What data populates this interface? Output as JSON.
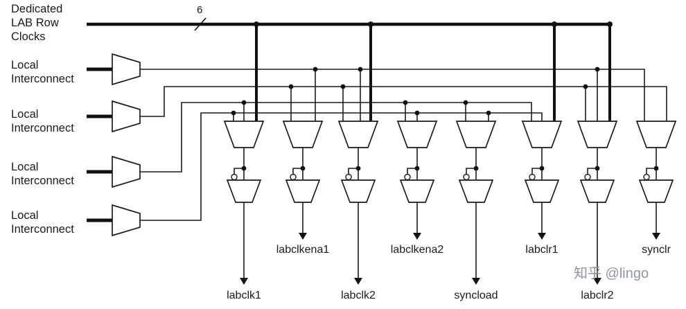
{
  "labels": {
    "dedicated_clocks": "Dedicated\nLAB Row\nClocks",
    "bus_width": "6",
    "local_interconnect": "Local\nInterconnect"
  },
  "outputs": [
    "labclk1",
    "labclkena1",
    "labclk2",
    "labclkena2",
    "syncload",
    "labclr1",
    "labclr2",
    "synclr"
  ],
  "watermark": "知乎 @lingo",
  "colors": {
    "line": "#1a1a1a",
    "watermark": "#8f959e",
    "background": "#ffffff"
  }
}
